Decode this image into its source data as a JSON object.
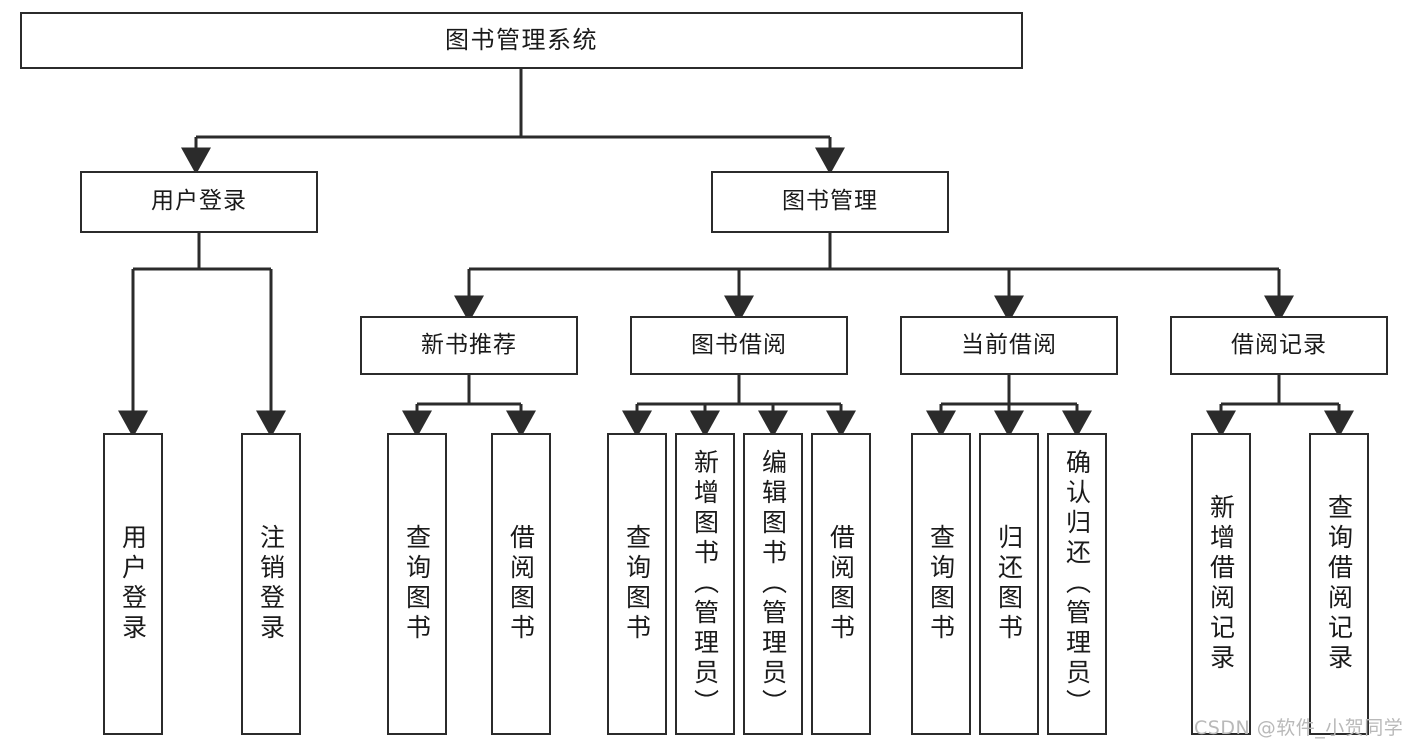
{
  "diagram": {
    "type": "tree-hierarchy-chart",
    "colors": {
      "stroke": "#2b2b2b",
      "fill": "#ffffff",
      "text": "#1a1a1a",
      "watermark": "#b9b9b9",
      "background": "#ffffff"
    },
    "root": {
      "id": "root",
      "label": "图书管理系统"
    },
    "level2": [
      {
        "id": "n-user-login",
        "label": "用户登录"
      },
      {
        "id": "n-book-mgmt",
        "label": "图书管理"
      }
    ],
    "level3": [
      {
        "id": "n-new-book-rec",
        "label": "新书推荐",
        "parent": "n-book-mgmt"
      },
      {
        "id": "n-book-borrow",
        "label": "图书借阅",
        "parent": "n-book-mgmt"
      },
      {
        "id": "n-current-borrow",
        "label": "当前借阅",
        "parent": "n-book-mgmt"
      },
      {
        "id": "n-borrow-record",
        "label": "借阅记录",
        "parent": "n-book-mgmt"
      }
    ],
    "leaves": [
      {
        "id": "l-user-login",
        "label": "用户登录",
        "parent": "n-user-login"
      },
      {
        "id": "l-user-logout",
        "label": "注销登录",
        "parent": "n-user-login"
      },
      {
        "id": "l-query-book-1",
        "label": "查询图书",
        "parent": "n-new-book-rec"
      },
      {
        "id": "l-borrow-book-1",
        "label": "借阅图书",
        "parent": "n-new-book-rec"
      },
      {
        "id": "l-query-book-2",
        "label": "查询图书",
        "parent": "n-book-borrow"
      },
      {
        "id": "l-add-book",
        "label": "新增图书（管理员）",
        "parent": "n-book-borrow"
      },
      {
        "id": "l-edit-book",
        "label": "编辑图书（管理员）",
        "parent": "n-book-borrow"
      },
      {
        "id": "l-borrow-book-2",
        "label": "借阅图书",
        "parent": "n-book-borrow"
      },
      {
        "id": "l-query-book-3",
        "label": "查询图书",
        "parent": "n-current-borrow"
      },
      {
        "id": "l-return-book",
        "label": "归还图书",
        "parent": "n-current-borrow"
      },
      {
        "id": "l-confirm-return",
        "label": "确认归还（管理员）",
        "parent": "n-current-borrow"
      },
      {
        "id": "l-add-record",
        "label": "新增借阅记录",
        "parent": "n-borrow-record"
      },
      {
        "id": "l-query-record",
        "label": "查询借阅记录",
        "parent": "n-borrow-record"
      }
    ]
  },
  "watermark": {
    "text": "CSDN @软件_小贺同学"
  }
}
